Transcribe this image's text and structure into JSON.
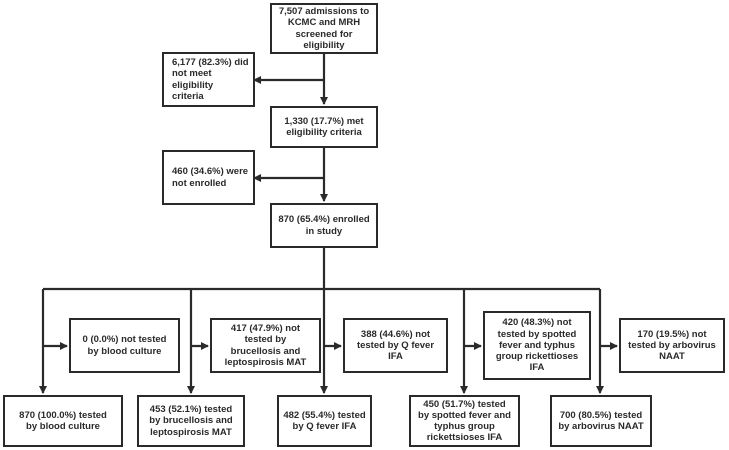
{
  "boxes": {
    "screened": "7,507 admissions to\nKCMC and MRH\nscreened for\neligibility",
    "not_eligible": "6,177 (82.3%) did\nnot meet eligibility\ncriteria",
    "eligible": "1,330 (17.7%) met\neligibility criteria",
    "not_enrolled": "460 (34.6%) were\nnot enrolled",
    "enrolled": "870 (65.4%) enrolled\nin study",
    "not_tested_blood": "0 (0.0%) not tested\nby blood culture",
    "not_tested_mat": "417 (47.9%) not\ntested by\nbrucellosis and\nleptospirosis MAT",
    "not_tested_qfever": "388 (44.6%) not\ntested by Q fever\nIFA",
    "not_tested_rick": "420 (48.3%) not\ntested by spotted\nfever and typhus\ngroup rickettioses\nIFA",
    "not_tested_arbo": "170 (19.5%) not\ntested by arbovirus\nNAAT",
    "tested_blood": "870 (100.0%) tested\nby blood culture",
    "tested_mat": "453 (52.1%) tested\nby brucellosis and\nleptospirosis MAT",
    "tested_qfever": "482 (55.4%) tested\nby Q fever IFA",
    "tested_rick": "450 (51.7%) tested\nby spotted fever and\ntyphus group\nrickettsioses IFA",
    "tested_arbo": "700 (80.5%) tested\nby arbovirus NAAT"
  }
}
